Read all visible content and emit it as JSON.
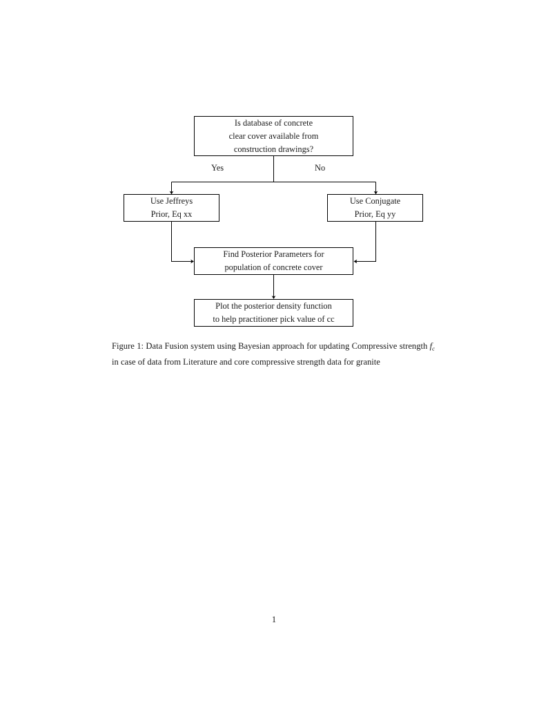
{
  "document": {
    "page_number": "1",
    "background_color": "#ffffff",
    "text_color": "#1a1a1a",
    "line_color": "#000000"
  },
  "figure": {
    "type": "flowchart",
    "nodes": [
      {
        "id": "decision",
        "shape": "rectangle",
        "lines": [
          "Is database of concrete",
          "clear cover available from",
          "construction drawings?"
        ]
      },
      {
        "id": "jeffreys",
        "shape": "rectangle",
        "lines": [
          "Use Jeffreys",
          "Prior, Eq xx"
        ]
      },
      {
        "id": "conjugate",
        "shape": "rectangle",
        "lines": [
          "Use Conjugate",
          "Prior, Eq yy"
        ]
      },
      {
        "id": "posterior",
        "shape": "rectangle",
        "lines": [
          "Find Posterior Parameters for",
          "population of concrete cover"
        ]
      },
      {
        "id": "plot",
        "shape": "rectangle",
        "lines": [
          "Plot the posterior density function",
          "to help practitioner pick value of cc"
        ]
      }
    ],
    "edge_labels": {
      "yes": "Yes",
      "no": "No"
    },
    "edges": [
      {
        "from": "decision",
        "to": "jeffreys",
        "label": "Yes",
        "arrow": "down"
      },
      {
        "from": "decision",
        "to": "conjugate",
        "label": "No",
        "arrow": "down"
      },
      {
        "from": "jeffreys",
        "to": "posterior",
        "label": "",
        "arrow": "right"
      },
      {
        "from": "conjugate",
        "to": "posterior",
        "label": "",
        "arrow": "left"
      },
      {
        "from": "posterior",
        "to": "plot",
        "label": "",
        "arrow": "down"
      }
    ]
  },
  "caption": {
    "label": "Figure 1:",
    "text_before_math": " Data Fusion system using Bayesian approach for updating Compressive strength ",
    "math_symbol": "f",
    "math_subscript": "c",
    "text_after_math": " in case of data from Literature and core compressive strength data for granite",
    "full_text": "Figure 1: Data Fusion system using Bayesian approach for updating Compressive strength f_c in case of data from Literature and core compressive strength data for granite"
  }
}
